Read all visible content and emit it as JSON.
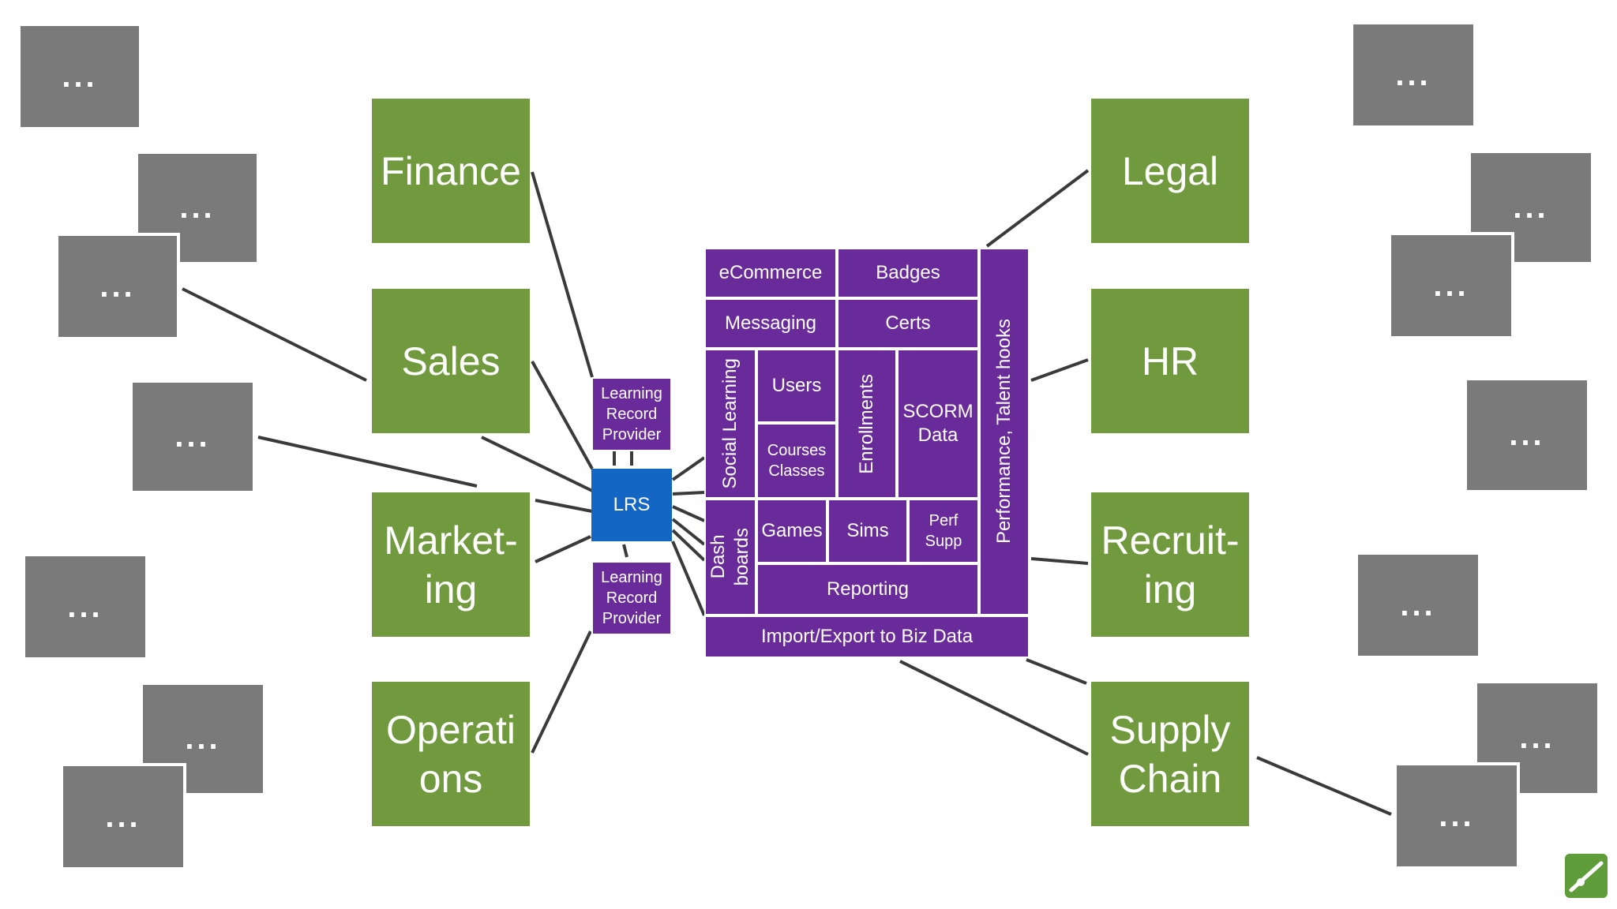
{
  "diagram": {
    "left_departments": [
      "Finance",
      "Sales",
      "Market-\ning",
      "Operati\nons"
    ],
    "right_departments": [
      "Legal",
      "HR",
      "Recruit-\ning",
      "Supply\nChain"
    ],
    "placeholder": "...",
    "lrs": "LRS",
    "provider_top": "Learning\nRecord\nProvider",
    "provider_bottom": "Learning\nRecord\nProvider",
    "modules": {
      "ecommerce": "eCommerce",
      "badges": "Badges",
      "messaging": "Messaging",
      "certs": "Certs",
      "social_learning": "Social Learning",
      "users": "Users",
      "courses_classes": "Courses\nClasses",
      "enrollments": "Enrollments",
      "scorm_data": "SCORM\nData",
      "dashboards": "Dash\nboards",
      "games": "Games",
      "sims": "Sims",
      "perf_supp": "Perf\nSupp",
      "reporting": "Reporting",
      "performance_hooks": "Performance, Talent hooks",
      "import_export": "Import/Export to Biz Data"
    },
    "colors": {
      "department": "#719a3f",
      "placeholder": "#7a7a7a",
      "module": "#6a2b9a",
      "lrs": "#1466c4"
    }
  }
}
